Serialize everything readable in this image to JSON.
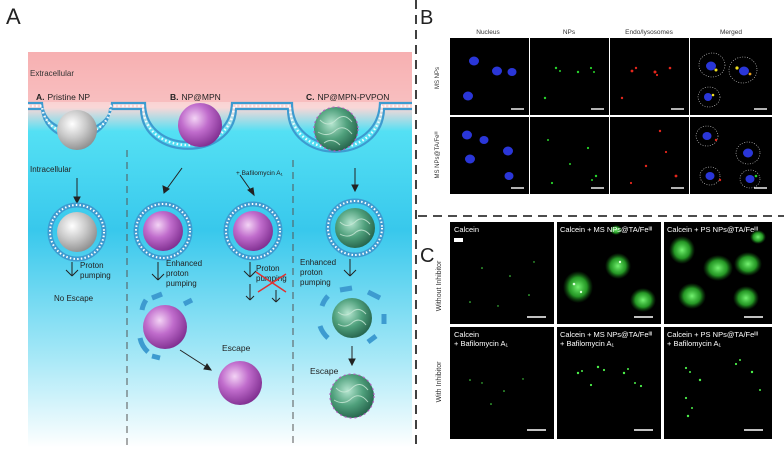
{
  "panelA": {
    "letter": "A",
    "extracellular": "Extracellular",
    "intracellular": "Intracellular",
    "col_a": {
      "prefix": "A.",
      "title": "Pristine NP"
    },
    "col_b": {
      "prefix": "B.",
      "title": "NP@MPN"
    },
    "col_c": {
      "prefix": "C.",
      "title": "NP@MPN-PVPON"
    },
    "bafilomycin": "+ Bafilomycin A₁",
    "proton_a": [
      "Proton",
      "pumping"
    ],
    "no_escape": "No Escape",
    "enhanced_b": [
      "Enhanced",
      "proton",
      "pumping"
    ],
    "proton_baf": [
      "Proton",
      "pumping"
    ],
    "enhanced_c": [
      "Enhanced",
      "proton",
      "pumping"
    ],
    "escape_b": "Escape",
    "escape_c": "Escape"
  },
  "panelB": {
    "letter": "B",
    "cols": [
      "Nucleus",
      "NPs",
      "Endo/lysosomes",
      "Merged"
    ],
    "rows": [
      "MS NPs",
      "MS NPs@TA/Feᴵᴵᴵ"
    ]
  },
  "panelC": {
    "letter": "C",
    "rows": [
      "Without Inhibitor",
      "With Inhibitor"
    ],
    "top": [
      "Calcein",
      "Calcein + MS NPs@TA/Feᴵᴵᴵ",
      "Calcein + PS NPs@TA/Feᴵᴵᴵ"
    ],
    "bottom": [
      [
        "Calcein",
        "+ Bafilomycin A₁"
      ],
      [
        "Calcein + MS NPs@TA/Feᴵᴵᴵ",
        "+ Bafilomycin A₁"
      ],
      [
        "Calcein + PS NPs@TA/Feᴵᴵᴵ",
        "+ Bafilomycin A₁"
      ]
    ]
  },
  "colors": {
    "extracellular": "#f7b8b8",
    "cytoplasm": "#39d4ee",
    "membrane": "#4a9cc9",
    "np_gray": "#b0b0b0",
    "np_purple": "#b45cc0",
    "np_shell_green": "#2a8a5a",
    "nucleus_blue": "#2a36d8",
    "np_green": "#27d32b",
    "lysosome_red": "#e3261c",
    "merged_yellow": "#f0e020",
    "calcein_green": "#4cf04a"
  }
}
